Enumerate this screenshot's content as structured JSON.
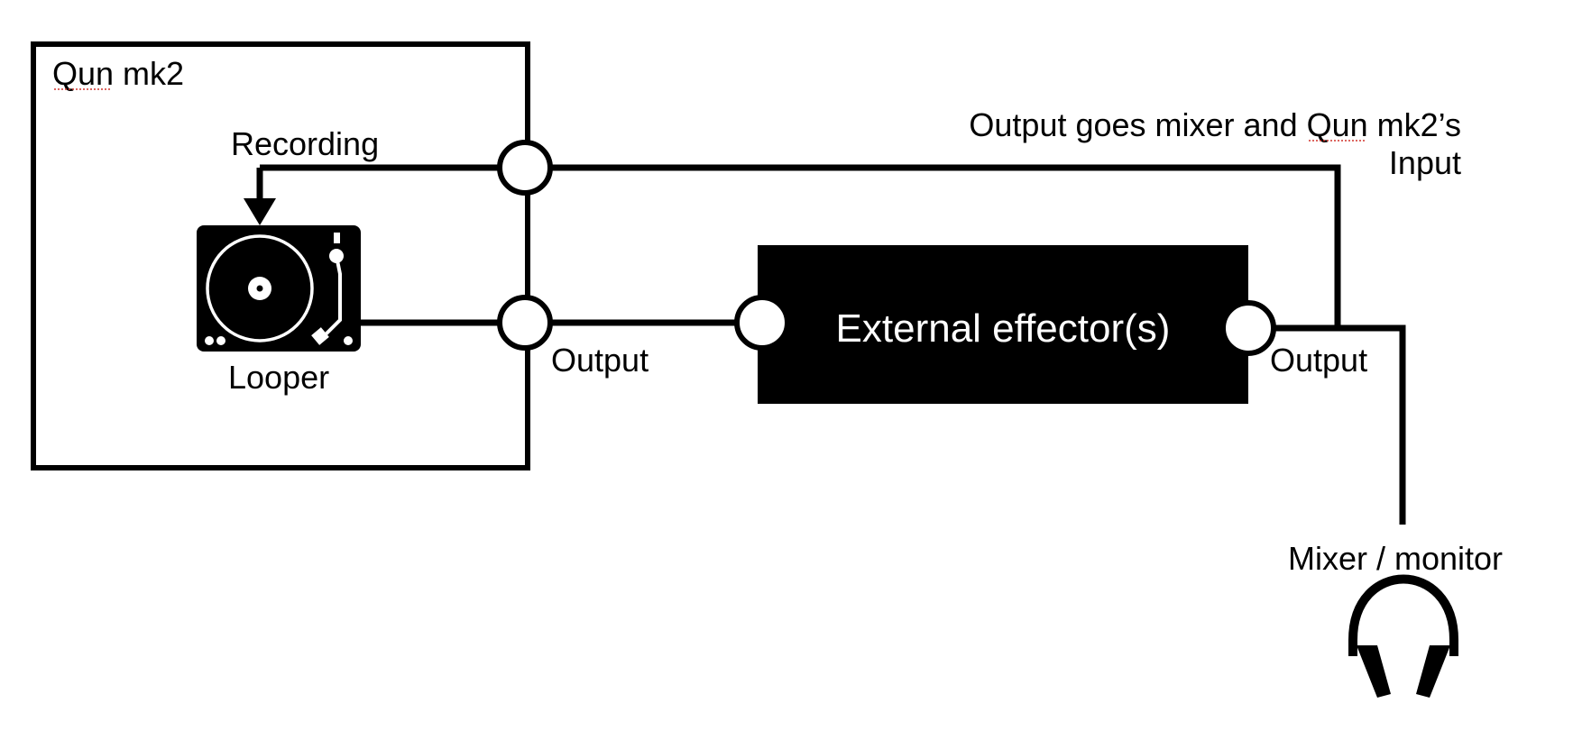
{
  "device": {
    "title": "Qun mk2"
  },
  "labels": {
    "recording": "Recording",
    "looper": "Looper",
    "output_left": "Output",
    "output_right": "Output",
    "feedback_line1": "Output goes mixer and Qun mk2’s",
    "feedback_line2": "Input",
    "mixer_monitor": "Mixer / monitor"
  },
  "effector": {
    "label": "External effector(s)"
  },
  "icons": {
    "looper": "turntable-icon",
    "monitor": "headphones-icon"
  },
  "colors": {
    "line": "#000000",
    "fill": "#000000",
    "background": "#ffffff",
    "spellcheck": "#d0342c"
  }
}
